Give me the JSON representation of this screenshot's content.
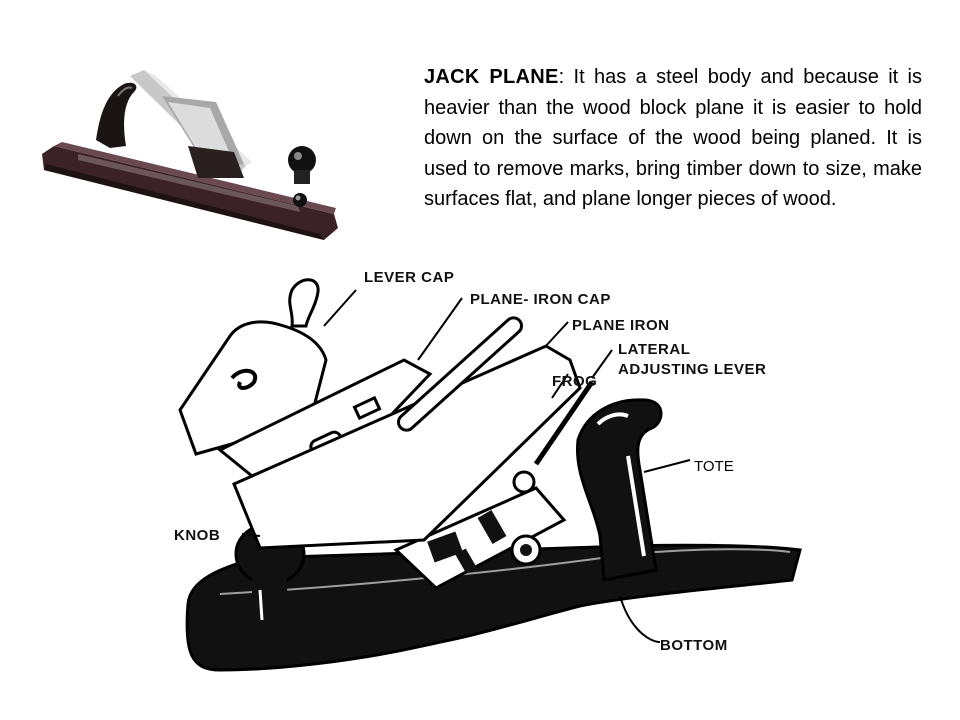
{
  "description": {
    "term": "JACK PLANE",
    "body": ": It has a steel body and because it is heavier than the wood block plane it is easier to hold down on the surface of the wood being planed. It is used to remove marks, bring timber down to size, make surfaces flat, and plane longer pieces of wood."
  },
  "diagram_labels": {
    "lever_cap": "LEVER CAP",
    "plane_iron_cap": "PLANE- IRON CAP",
    "plane_iron": "PLANE IRON",
    "lateral_line1": "LATERAL",
    "lateral_line2": "ADJUSTING LEVER",
    "frog": "FROG",
    "tote": "TOTE",
    "knob": "KNOB",
    "bottom": "BOTTOM"
  }
}
